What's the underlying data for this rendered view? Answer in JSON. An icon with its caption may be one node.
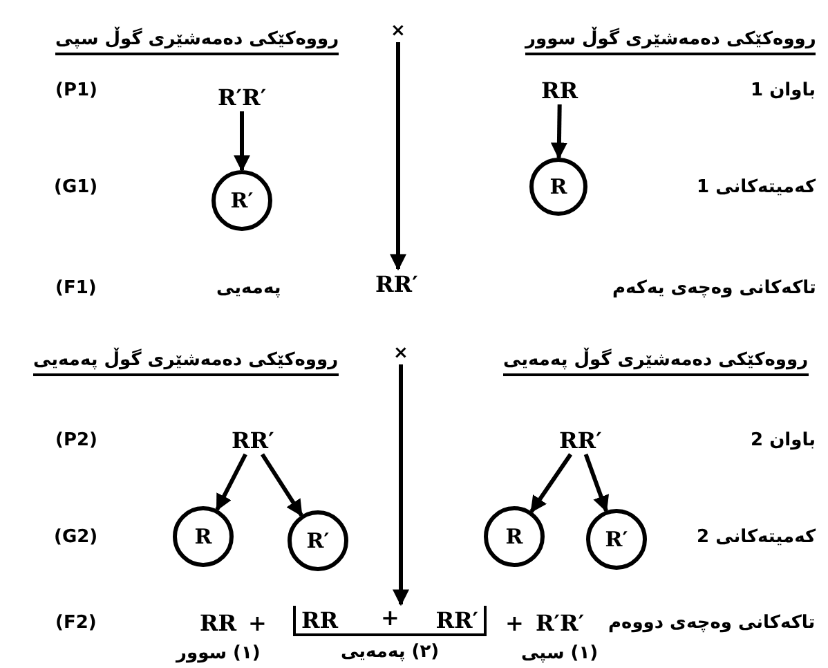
{
  "diagram": {
    "nodes": [
      {
        "text": [
          "RR"
        ]
      },
      {
        "text": [
          "R"
        ]
      },
      {
        "text": [
          "R′R′"
        ]
      },
      {
        "text": [
          "R′"
        ]
      },
      {
        "text": [
          "RR′"
        ]
      },
      {
        "text": [
          "RR′"
        ]
      },
      {
        "text": [
          "R"
        ]
      },
      {
        "text": [
          "R′"
        ]
      },
      {
        "text": [
          "RR′"
        ]
      },
      {
        "text": [
          "R"
        ]
      },
      {
        "text": [
          "R′"
        ]
      },
      {
        "text": [
          "RR"
        ],
        "beside": [
          "(١) سوور"
        ]
      },
      {
        "text": [
          "RR′",
          "RR"
        ],
        "beside": [
          "(٢) پەمەیی"
        ]
      },
      {
        "text": [
          "R′R′"
        ],
        "beside": [
          "(١) سپی"
        ]
      },
      {
        "text": [
          "×"
        ]
      },
      {
        "text": [
          "×"
        ]
      }
    ],
    "edges": [
      {
        "from": 0,
        "to": 1,
        "arrow": "to"
      },
      {
        "from": 2,
        "to": 3,
        "arrow": "to"
      },
      {
        "from": 14,
        "to": 4,
        "arrow": "to"
      },
      {
        "from": 5,
        "to": 6,
        "arrow": "to"
      },
      {
        "from": 5,
        "to": 7,
        "arrow": "to"
      },
      {
        "from": 8,
        "to": 9,
        "arrow": "to"
      },
      {
        "from": 8,
        "to": 10,
        "arrow": "to"
      },
      {
        "from": 15,
        "to": 12,
        "arrow": "to"
      }
    ],
    "labels": [
      "رووەکێکی دەمەشێری گوڵ سوور",
      "رووەکێکی دەمەشێری گوڵ سپی",
      "باوان 1",
      "(P1)",
      "کەمیتەکانی 1",
      "(G1)",
      "تاکەکانی وەچەی یەکەم",
      "پەمەیی",
      "(F1)",
      "رووەکێکی دەمەشێری گوڵ پەمەیی",
      "رووەکێکی دەمەشێری گوڵ پەمەیی",
      "باوان 2",
      "(P2)",
      "کەمیتەکانی 2",
      "(G2)",
      "تاکەکانی وەچەی دووەم",
      "+",
      "+",
      "+",
      "(F2)"
    ]
  }
}
